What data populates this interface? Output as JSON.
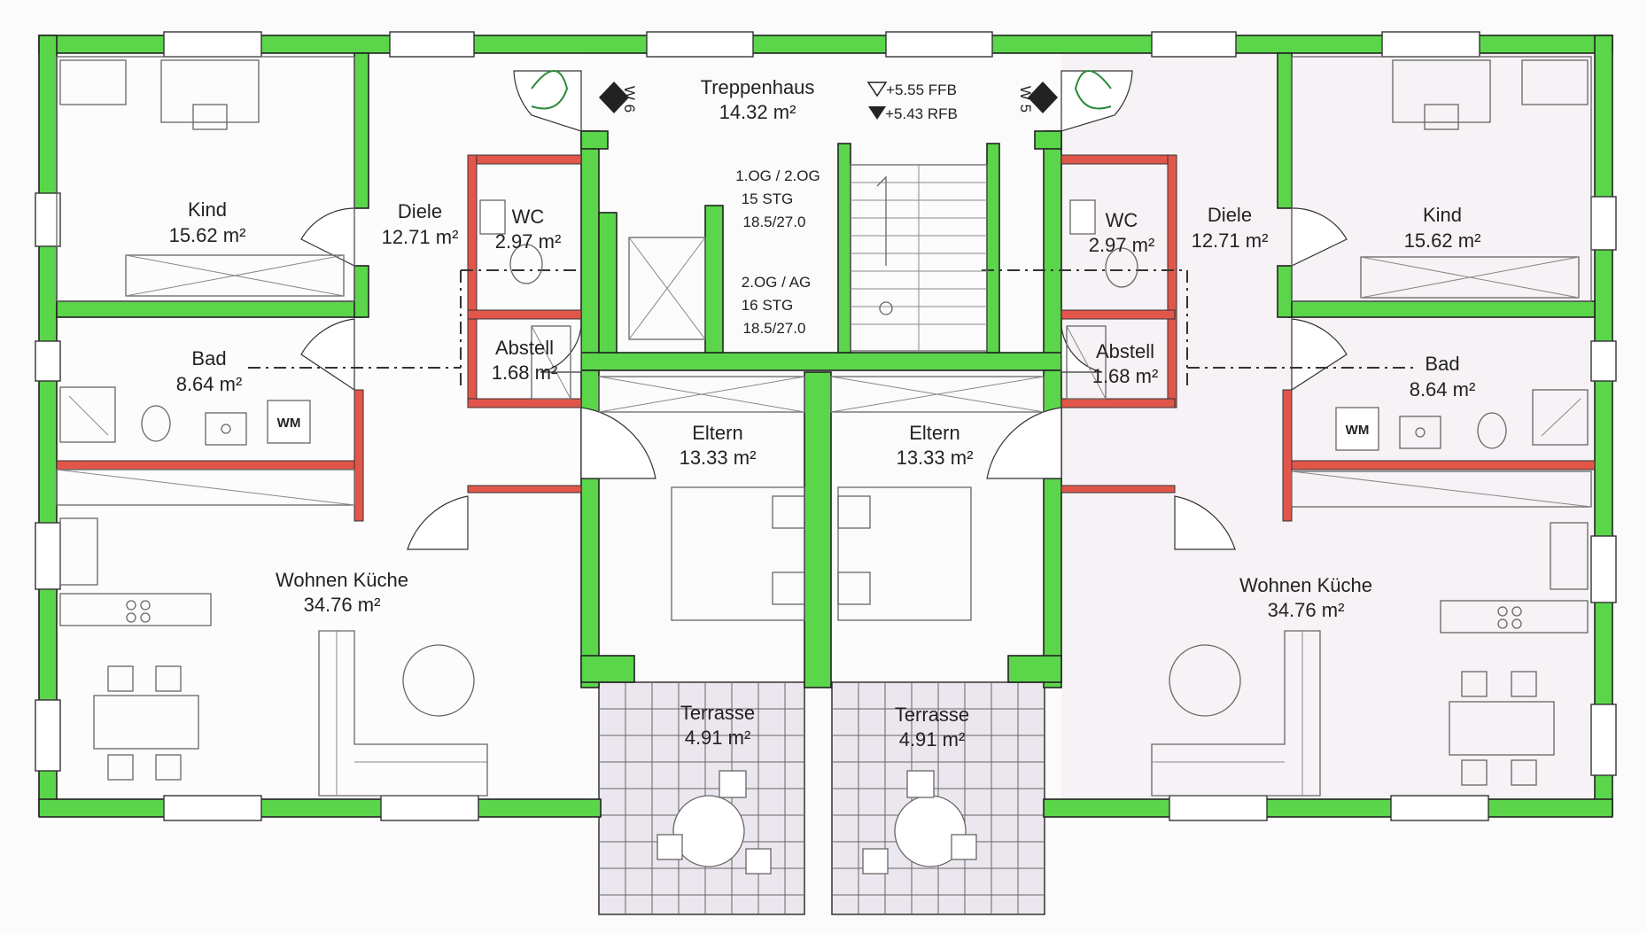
{
  "stair": {
    "room": "Treppenhaus",
    "area": "14.32 m²",
    "ffb": "+5.55 FFB",
    "rfb": "+5.43 RFB",
    "flight1": [
      "1.OG / 2.OG",
      "15 STG",
      "18.5/27.0"
    ],
    "flight2": [
      "2.OG / AG",
      "16 STG",
      "18.5/27.0"
    ]
  },
  "windows_tags": {
    "left": "W 6",
    "right": "W 5"
  },
  "left_unit": {
    "kind": {
      "name": "Kind",
      "area": "15.62 m²"
    },
    "diele": {
      "name": "Diele",
      "area": "12.71 m²"
    },
    "wc": {
      "name": "WC",
      "area": "2.97 m²"
    },
    "bad": {
      "name": "Bad",
      "area": "8.64 m²"
    },
    "abstell": {
      "name": "Abstell",
      "area": "1.68 m²"
    },
    "eltern": {
      "name": "Eltern",
      "area": "13.33 m²"
    },
    "wohnen": {
      "name": "Wohnen Küche",
      "area": "34.76 m²"
    },
    "terrasse": {
      "name": "Terrasse",
      "area": "4.91 m²"
    }
  },
  "right_unit": {
    "kind": {
      "name": "Kind",
      "area": "15.62 m²"
    },
    "diele": {
      "name": "Diele",
      "area": "12.71 m²"
    },
    "wc": {
      "name": "WC",
      "area": "2.97 m²"
    },
    "bad": {
      "name": "Bad",
      "area": "8.64 m²"
    },
    "abstell": {
      "name": "Abstell",
      "area": "1.68 m²"
    },
    "eltern": {
      "name": "Eltern",
      "area": "13.33 m²"
    },
    "wohnen": {
      "name": "Wohnen Küche",
      "area": "34.76 m²"
    },
    "terrasse": {
      "name": "Terrasse",
      "area": "4.91 m²"
    }
  },
  "fixture_labels": {
    "washer": "WM"
  },
  "colors": {
    "wall": "#5bd64b",
    "partition": "#e2564a",
    "balcony": "#ece7ee"
  }
}
